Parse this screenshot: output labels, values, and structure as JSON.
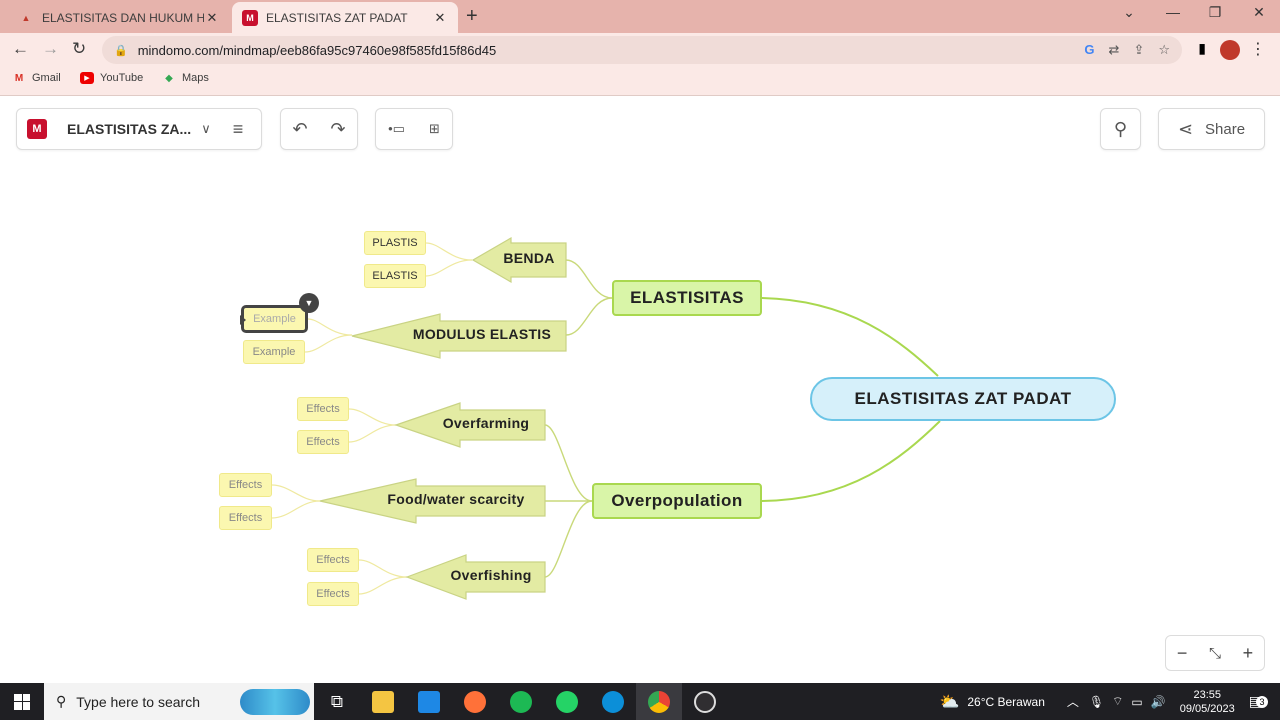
{
  "browser": {
    "tabs": [
      {
        "title": "ELASTISITAS DAN HUKUM HOOKE",
        "favicon": "mindmap-favicon",
        "active": false
      },
      {
        "title": "ELASTISITAS ZAT PADAT",
        "favicon": "mindomo-favicon",
        "active": true
      }
    ],
    "url": "mindomo.com/mindmap/eeb86fa95c97460e98f585fd15f86d45",
    "bookmarks": [
      {
        "label": "Gmail",
        "icon": "gmail-icon"
      },
      {
        "label": "YouTube",
        "icon": "youtube-icon"
      },
      {
        "label": "Maps",
        "icon": "maps-icon"
      }
    ]
  },
  "toolbar": {
    "doc_title": "ELASTISITAS ZA...",
    "share_label": "Share"
  },
  "mindmap": {
    "central": "ELASTISITAS ZAT PADAT",
    "main_topics": [
      "ELASTISITAS",
      "Overpopulation"
    ],
    "subtopics": {
      "benda": "BENDA",
      "modulus": "MODULUS ELASTIS",
      "overfarming": "Overfarming",
      "food": "Food/water scarcity",
      "overfishing": "Overfishing"
    },
    "leaves": {
      "plastis": "PLASTIS",
      "elastis": "ELASTIS",
      "example1": "Example",
      "example2": "Example",
      "effects1": "Effects",
      "effects2": "Effects",
      "effects3": "Effects",
      "effects4": "Effects",
      "effects5": "Effects",
      "effects6": "Effects"
    },
    "colors": {
      "central_fill": "#d6f0fa",
      "central_border": "#6cc5e6",
      "topic_fill": "#d9f5a8",
      "topic_border": "#a9d84f",
      "subtopic_fill": "#e3eba3",
      "leaf_fill": "#fbf7b0",
      "connector": "#a9d84f"
    }
  },
  "taskbar": {
    "search_placeholder": "Type here to search",
    "weather": "26°C  Berawan",
    "time": "23:55",
    "date": "09/05/2023",
    "notification_count": "3"
  }
}
